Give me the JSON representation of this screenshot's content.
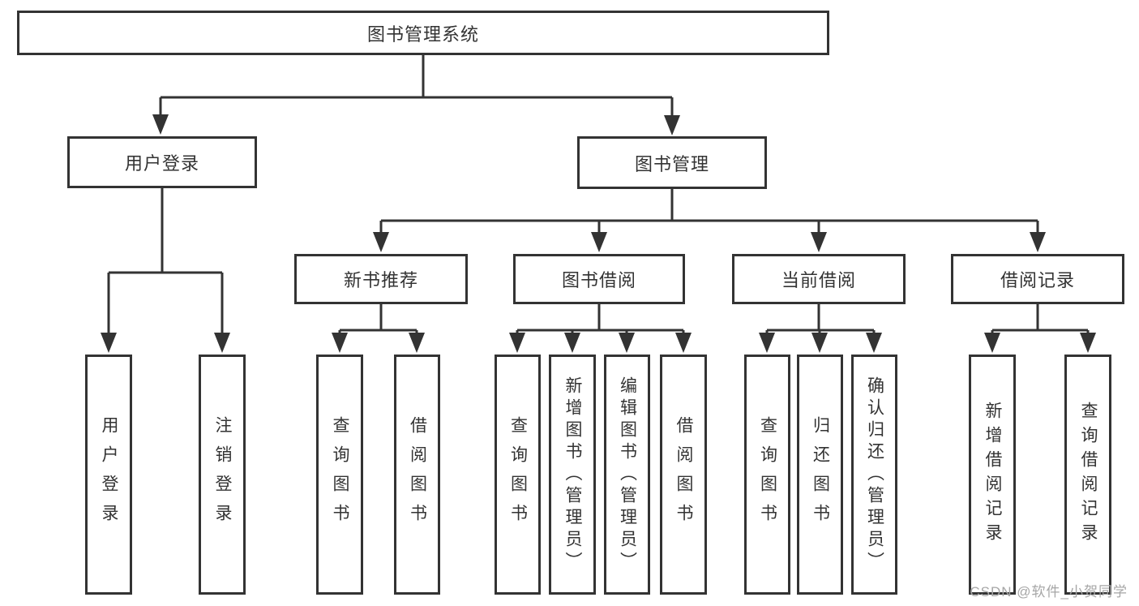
{
  "diagram": {
    "root": {
      "label": "图书管理系统"
    },
    "branches": [
      {
        "label": "用户登录",
        "children": [
          {
            "label": "用户登录"
          },
          {
            "label": "注销登录"
          }
        ]
      },
      {
        "label": "图书管理",
        "children": [
          {
            "label": "新书推荐",
            "children": [
              {
                "label": "查询图书"
              },
              {
                "label": "借阅图书"
              }
            ]
          },
          {
            "label": "图书借阅",
            "children": [
              {
                "label": "查询图书"
              },
              {
                "label": "新增图书（管理员）"
              },
              {
                "label": "编辑图书（管理员）"
              },
              {
                "label": "借阅图书"
              }
            ]
          },
          {
            "label": "当前借阅",
            "children": [
              {
                "label": "查询图书"
              },
              {
                "label": "归还图书"
              },
              {
                "label": "确认归还（管理员）"
              }
            ]
          },
          {
            "label": "借阅记录",
            "children": [
              {
                "label": "新增借阅记录"
              },
              {
                "label": "查询借阅记录"
              }
            ]
          }
        ]
      }
    ]
  },
  "watermark": {
    "text": "CSDN @软件_小贺同学"
  },
  "colors": {
    "background": "#ffffff",
    "border": "#333333",
    "line": "#333333",
    "text": "#333333",
    "watermark": "#a6a6a6"
  }
}
